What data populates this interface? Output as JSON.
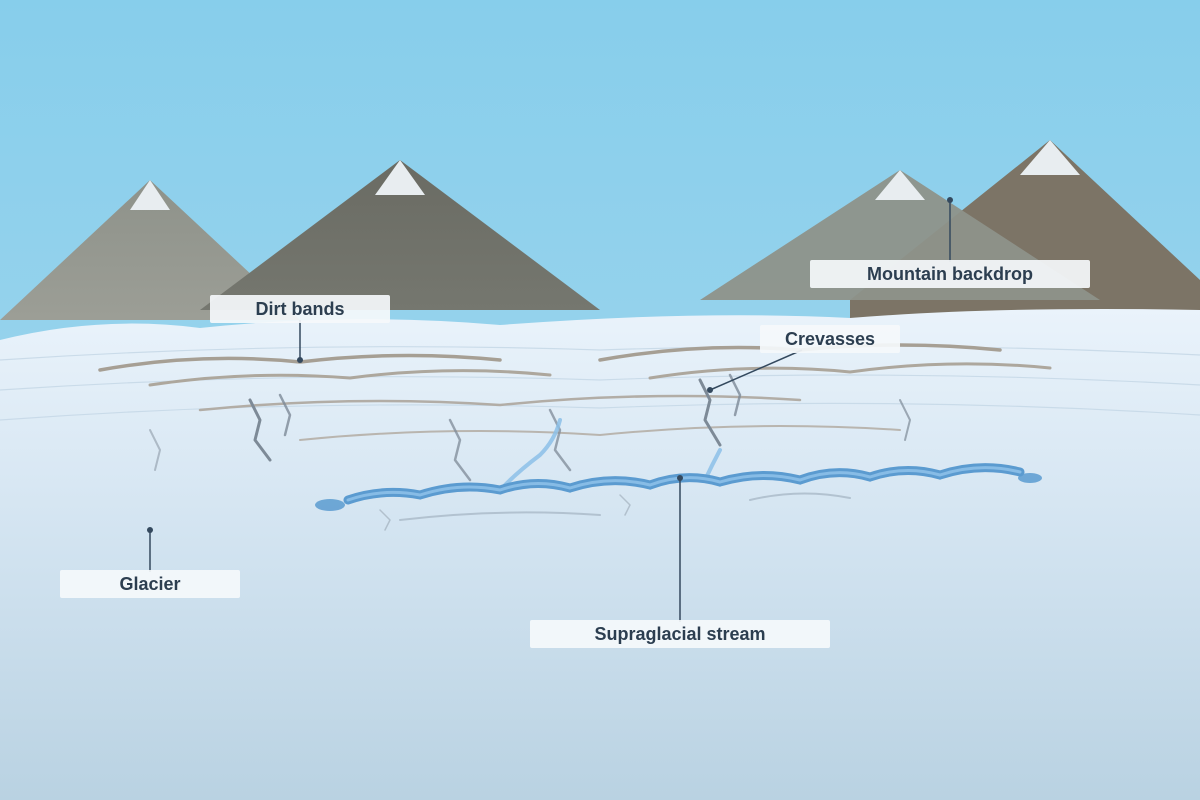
{
  "labels": {
    "mountain_backdrop": "Mountain backdrop",
    "dirt_bands": "Dirt bands",
    "crevasses": "Crevasses",
    "glacier": "Glacier",
    "supraglacial_stream": "Supraglacial stream"
  },
  "colors": {
    "sky_top": "#87CEEB",
    "sky_bottom": "#A8D8EE",
    "mountain_grey": "#8E928A",
    "mountain_dark": "#6F7068",
    "mountain_brown": "#7C7466",
    "snow_cap": "#E8EDF0",
    "ice_top": "#EAF3FB",
    "ice_bottom": "#B9D2E2",
    "dirt_band": "#A69F94",
    "crevasse": "#7D8A97",
    "stream": "#5B9BD0",
    "stream_highlight": "#8CC0E8",
    "callout": "#34495E",
    "label_text": "#2C3E50"
  }
}
